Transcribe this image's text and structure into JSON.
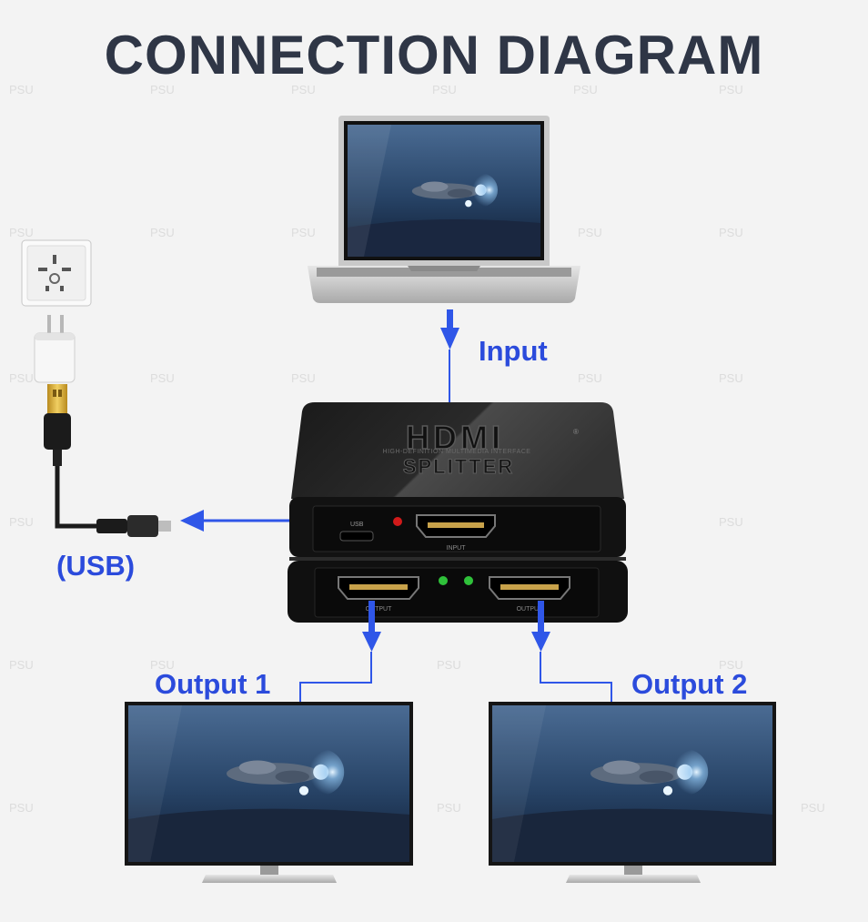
{
  "title": "CONNECTION DIAGRAM",
  "labels": {
    "input": "Input",
    "usb": "(USB)",
    "output1": "Output 1",
    "output2": "Output 2"
  },
  "device": {
    "brand": "HDMI",
    "subtitle": "HIGH-DEFINITION MULTIMEDIA INTERFACE",
    "model": "SPLITTER",
    "usb_port": "USB",
    "input_port": "INPUT",
    "output_port_1": "OUTPUT",
    "output_port_2": "OUTPUT"
  },
  "watermark": "PSU",
  "colors": {
    "arrow": "#2f56e8",
    "label": "#2b4bdc",
    "title": "#2f3646",
    "background": "#f3f3f3"
  },
  "icons": [
    "laptop-icon",
    "wall-socket-icon",
    "usb-adapter-icon",
    "usb-cable-icon",
    "hdmi-splitter-icon",
    "monitor-icon",
    "arrow-icon"
  ]
}
